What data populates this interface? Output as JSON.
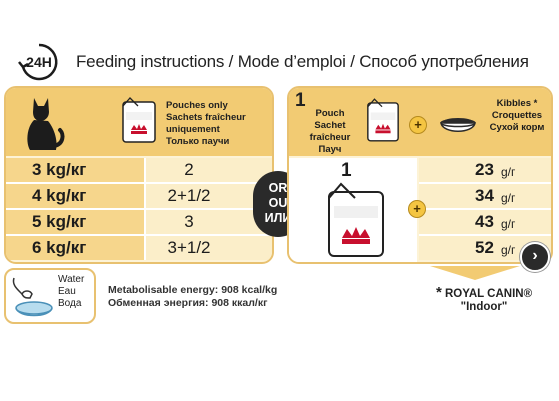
{
  "header": {
    "clock_label": "24H",
    "title": "Feeding instructions / Mode d’emploi / Способ употребления"
  },
  "left_table": {
    "header_lines": [
      "Pouches only",
      "Sachets fraîcheur uniquement",
      "Только паучи"
    ],
    "rows": [
      {
        "weight": "3 kg/кг",
        "amount": "2"
      },
      {
        "weight": "4 kg/кг",
        "amount": "2+1/2"
      },
      {
        "weight": "5 kg/кг",
        "amount": "3"
      },
      {
        "weight": "6 kg/кг",
        "amount": "3+1/2"
      }
    ]
  },
  "or_badge": [
    "OR",
    "OU",
    "ИЛИ"
  ],
  "right_table": {
    "number": "1",
    "pouch_lines": [
      "Pouch",
      "Sachet fraîcheur",
      "Пауч"
    ],
    "plus": "+",
    "kibbles_lines": [
      "Kibbles *",
      "Croquettes",
      "Сухой корм"
    ],
    "pouch_count": "1",
    "rows": [
      {
        "grams": "23",
        "unit": "g/г"
      },
      {
        "grams": "34",
        "unit": "g/г"
      },
      {
        "grams": "43",
        "unit": "g/г"
      },
      {
        "grams": "52",
        "unit": "g/г"
      }
    ]
  },
  "water_box": {
    "lines": [
      "Water",
      "Eau",
      "Вода"
    ]
  },
  "energy": {
    "line1": "Metabolisable energy: 908 kcal/kg",
    "line2": "Обменная энергия: 908 ккал/кг"
  },
  "footnote": {
    "star": "*",
    "brand": "ROYAL CANIN®",
    "product": "\"Indoor\""
  },
  "next_button": {
    "icon": "chevron-right-icon"
  },
  "colors": {
    "accent": "#f2cb73",
    "light": "#fbeec9",
    "border": "#e8c170",
    "brand_red": "#c8102e"
  }
}
